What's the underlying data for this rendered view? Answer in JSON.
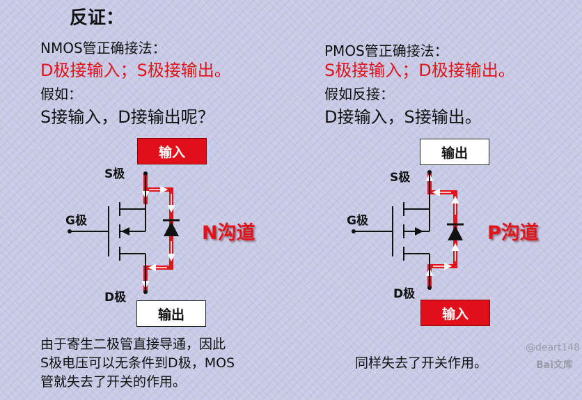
{
  "title": "反证：",
  "left": {
    "line1": "NMOS管正确接法：",
    "line2": "D极接输入；S极接输出。",
    "line3": "假如：",
    "line4": "S接输入，D接输出呢？",
    "top_box": "输入",
    "bottom_box": "输出",
    "source_label": "S极",
    "gate_label": "G极",
    "drain_label": "D极",
    "channel": "N沟道",
    "footer_1": "由于寄生二极管直接导通，因此",
    "footer_2": "S极电压可以无条件到D极，MOS",
    "footer_3": "管就失去了开关的作用。"
  },
  "right": {
    "line1": "PMOS管正确接法：",
    "line2": "S极接输入；D极接输出。",
    "line3": "假如反接：",
    "line4": "D接输入，S接输出。",
    "top_box": "输出",
    "bottom_box": "输入",
    "source_label": "S极",
    "gate_label": "G极",
    "drain_label": "D极",
    "channel": "P沟道",
    "footer": "同样失去了开关作用。"
  },
  "watermark": {
    "user": "@deart148",
    "brand": "Bai文库"
  },
  "colors": {
    "accent_red": "#e0141a",
    "background": "#c9cbe6",
    "arrow_white": "#ffffff"
  }
}
